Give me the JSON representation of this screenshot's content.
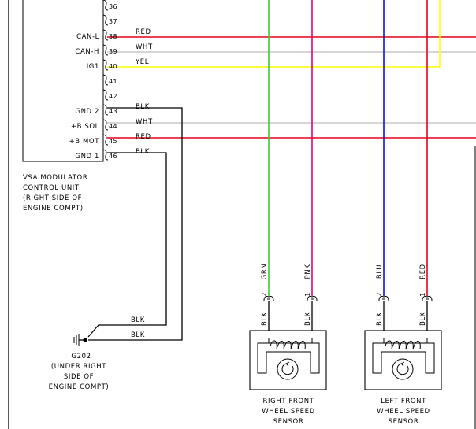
{
  "colors": {
    "red": "#e8001c",
    "white": "#c8c8c8",
    "yellow": "#ffff00",
    "black": "#000000",
    "green": "#3cc83c",
    "pink": "#e8006e",
    "blue": "#1414c8"
  },
  "module": {
    "name_lines": [
      "VSA MODULATOR",
      "CONTROL UNIT",
      "(RIGHT SIDE OF",
      "ENGINE COMPT)"
    ],
    "pins": [
      {
        "num": "36",
        "label": "",
        "wire": ""
      },
      {
        "num": "37",
        "label": "",
        "wire": ""
      },
      {
        "num": "38",
        "label": "CAN-L",
        "wire": "RED"
      },
      {
        "num": "39",
        "label": "CAN-H",
        "wire": "WHT"
      },
      {
        "num": "40",
        "label": "IG1",
        "wire": "YEL"
      },
      {
        "num": "41",
        "label": "",
        "wire": ""
      },
      {
        "num": "42",
        "label": "",
        "wire": ""
      },
      {
        "num": "43",
        "label": "GND 2",
        "wire": "BLK"
      },
      {
        "num": "44",
        "label": "+B SOL",
        "wire": "WHT"
      },
      {
        "num": "45",
        "label": "+B MOT",
        "wire": "RED"
      },
      {
        "num": "46",
        "label": "GND 1",
        "wire": "BLK"
      }
    ]
  },
  "ground": {
    "name": "G202",
    "lines": [
      "(UNDER RIGHT",
      "SIDE OF",
      "ENGINE COMPT)"
    ],
    "wire1": "BLK",
    "wire2": "BLK"
  },
  "sensors": [
    {
      "name_lines": [
        "RIGHT FRONT",
        "WHEEL SPEED",
        "SENSOR"
      ],
      "pin_a": {
        "num": "2",
        "top_wire": "GRN",
        "bottom_wire": "BLK"
      },
      "pin_b": {
        "num": "1",
        "top_wire": "PNK",
        "bottom_wire": "BLK"
      }
    },
    {
      "name_lines": [
        "LEFT FRONT",
        "WHEEL SPEED",
        "SENSOR"
      ],
      "pin_a": {
        "num": "2",
        "top_wire": "BLU",
        "bottom_wire": "BLK"
      },
      "pin_b": {
        "num": "1",
        "top_wire": "RED",
        "bottom_wire": "BLK"
      }
    }
  ]
}
